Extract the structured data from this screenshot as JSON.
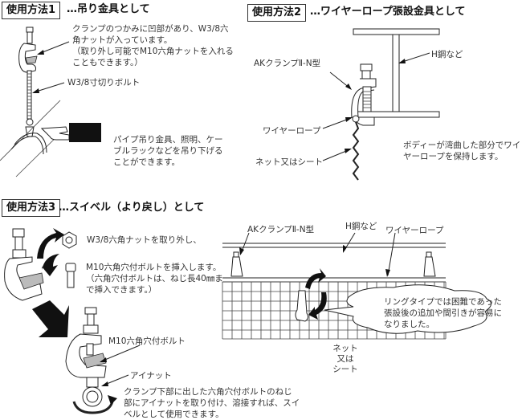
{
  "sections": [
    {
      "badge": "使用方法1",
      "title": "…吊り金具として",
      "notes": [
        [
          "クランプのつかみに凹部があり、W3/8六",
          "角ナットが入っています。",
          "（取り外し可能でM10六角ナットを入れる",
          "こともできます。）"
        ],
        [
          "W3/8寸切りボルト"
        ],
        [
          "パイプ吊り金具、照明、ケー",
          "ブルラックなどを吊り下げる",
          "ことができます。"
        ]
      ]
    },
    {
      "badge": "使用方法2",
      "title": "…ワイヤーロープ張設金具として",
      "labels": {
        "clamp": "AKクランプⅡ-N型",
        "beam": "H鋼など",
        "wire": "ワイヤーロープ",
        "net": "ネット又はシート"
      },
      "note": [
        "ボディーが湾曲した部分でワイ",
        "ヤーロープを保持します。"
      ]
    },
    {
      "badge": "使用方法3",
      "title": "…スイベル（より戻し）として",
      "notes": [
        [
          "W3/8六角ナットを取り外し、"
        ],
        [
          "M10六角穴付ボルトを挿入します。",
          "（六角穴付ボルトは、ねじ長40㎜ま",
          "で挿入できます。）"
        ],
        [
          "M10六角穴付ボルト"
        ],
        [
          "アイナット"
        ],
        [
          "クランプ下部に出した六角穴付ボルトのねじ",
          "部にアイナットを取り付け、溶接すれば、スイ",
          "ベルとして使用できます。"
        ]
      ]
    }
  ],
  "net_diagram": {
    "labels": {
      "clamp": "AKクランプⅡ-N型",
      "beam": "H鋼など",
      "wire": "ワイヤーロープ",
      "net": [
        "ネット",
        "又は",
        "シート"
      ]
    },
    "bubble": [
      "リングタイプでは困難であった",
      "張設後の追加や間引きが容易に",
      "なりました。"
    ]
  }
}
